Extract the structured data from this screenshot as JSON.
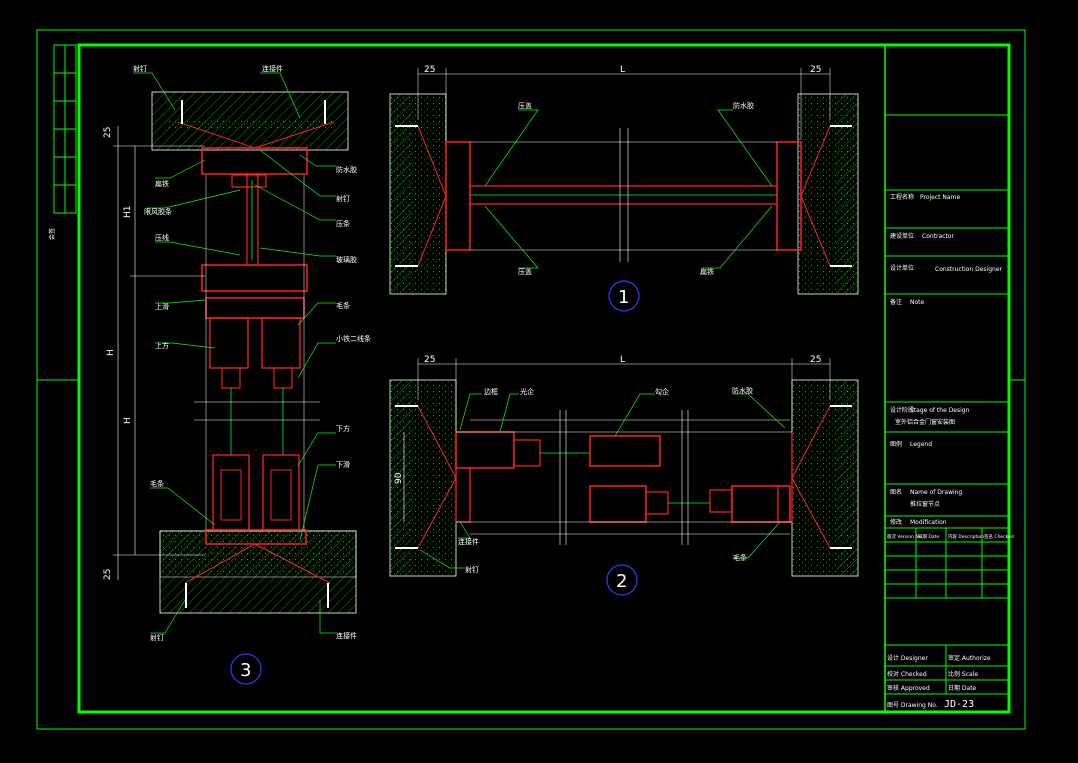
{
  "colors": {
    "frame": "#00ff00",
    "profile": "#ff2020",
    "hatch": "#00ff00",
    "text": "#ffffff",
    "circle": "#2040ff",
    "dimension": "#ffffff",
    "background": "#000000"
  },
  "margin_label": "会签",
  "dimensions": {
    "side": "25",
    "width": "L",
    "height": "H",
    "h1": "H1",
    "h2": "H",
    "d90": "90",
    "top25": "25",
    "bottom25": "25"
  },
  "section3": {
    "number": "3",
    "labels": [
      "射钉",
      "连接件",
      "扁铁",
      "限风胶条",
      "压线",
      "上滑",
      "上方",
      "毛条",
      "射钉",
      "防水胶",
      "射钉",
      "压条",
      "玻璃胶",
      "毛条",
      "小铁二线条",
      "下方",
      "下滑",
      "连接件"
    ]
  },
  "section1": {
    "number": "1",
    "labels": [
      "压盖",
      "压盖",
      "防水胶",
      "扁铁"
    ]
  },
  "section2": {
    "number": "2",
    "labels": [
      "边框",
      "光企",
      "勾企",
      "防水胶",
      "连接件",
      "射钉",
      "毛条"
    ]
  },
  "title_block": {
    "project_cn": "工程名称",
    "project_en": "Project Name",
    "contractor_cn": "建设单位",
    "contractor_en": "Contractor",
    "designer_cn": "设计单位",
    "designer_en": "Construction Designer",
    "note_cn": "备注",
    "note_en": "Note",
    "stage_cn": "设计阶段",
    "stage_en": "Stage of the Design",
    "stage_value": "室外铝合金门窗安装图",
    "legend_cn": "图例",
    "legend_en": "Legend",
    "name_cn": "图名",
    "name_en": "Name of Drawing",
    "name_value": "推拉窗节点",
    "mod_cn": "修改",
    "mod_en": "Modification",
    "mod_headers": [
      "版次 Version No.",
      "日期 Date",
      "内容 Description",
      "签名 Checked"
    ],
    "sign_rows": [
      [
        "设计 Designer",
        "审定 Authorize"
      ],
      [
        "校对 Checked",
        "比例 Scale"
      ],
      [
        "审核 Approved",
        "日期 Date"
      ]
    ],
    "drawing_no_label": "图号 Drawing No.",
    "drawing_no": "JD-23"
  }
}
